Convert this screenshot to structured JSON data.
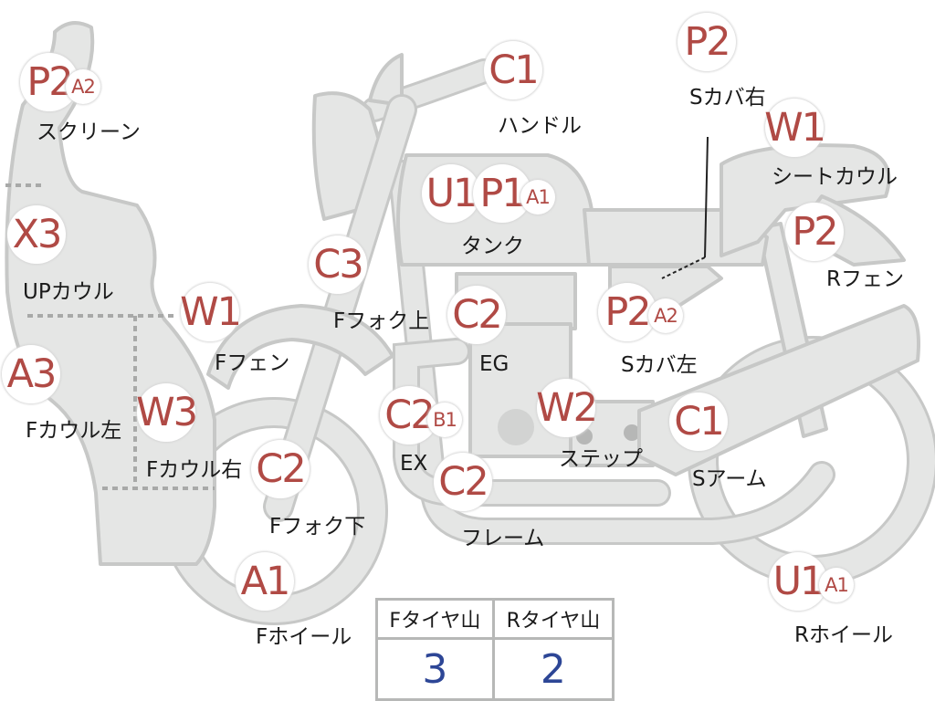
{
  "parts": [
    {
      "id": "screen",
      "codes": [
        "P2",
        "A2"
      ],
      "label": "スクリーン"
    },
    {
      "id": "up-cowl",
      "codes": [
        "X3"
      ],
      "label": "UPカウル"
    },
    {
      "id": "f-cowl-left",
      "codes": [
        "A3"
      ],
      "label": "Fカウル左"
    },
    {
      "id": "f-cowl-right",
      "codes": [
        "W3"
      ],
      "label": "Fカウル右"
    },
    {
      "id": "f-fender",
      "codes": [
        "W1"
      ],
      "label": "Fフェン"
    },
    {
      "id": "f-fork-upper",
      "codes": [
        "C3"
      ],
      "label": "Fフォク上"
    },
    {
      "id": "f-fork-lower",
      "codes": [
        "C2"
      ],
      "label": "Fフォク下"
    },
    {
      "id": "f-wheel",
      "codes": [
        "A1"
      ],
      "label": "Fホイール"
    },
    {
      "id": "handle",
      "codes": [
        "C1"
      ],
      "label": "ハンドル"
    },
    {
      "id": "tank",
      "codes": [
        "U1",
        "P1",
        "A1"
      ],
      "label": "タンク"
    },
    {
      "id": "engine",
      "codes": [
        "C2"
      ],
      "label": "EG"
    },
    {
      "id": "exhaust",
      "codes": [
        "C2",
        "B1"
      ],
      "label": "EX"
    },
    {
      "id": "frame",
      "codes": [
        "C2"
      ],
      "label": "フレーム"
    },
    {
      "id": "step",
      "codes": [
        "W2"
      ],
      "label": "ステップ"
    },
    {
      "id": "s-cover-left",
      "codes": [
        "P2",
        "A2"
      ],
      "label": "Sカバ左"
    },
    {
      "id": "s-cover-right",
      "codes": [
        "P2"
      ],
      "label": "Sカバ右"
    },
    {
      "id": "seat-cowl",
      "codes": [
        "W1"
      ],
      "label": "シートカウル"
    },
    {
      "id": "r-fender",
      "codes": [
        "P2"
      ],
      "label": "Rフェン"
    },
    {
      "id": "swing-arm",
      "codes": [
        "C1"
      ],
      "label": "Sアーム"
    },
    {
      "id": "r-wheel",
      "codes": [
        "U1",
        "A1"
      ],
      "label": "Rホイール"
    }
  ],
  "tire_tread": {
    "front_label": "Fタイヤ山",
    "rear_label": "Rタイヤ山",
    "front_value": "3",
    "rear_value": "2"
  },
  "colors": {
    "code_text": "#b04a45",
    "tread_value_text": "#2d4696",
    "part_fill": "#e5e6e5",
    "part_outline": "#c7c8c7",
    "section_divider": "#a8a9a8"
  }
}
